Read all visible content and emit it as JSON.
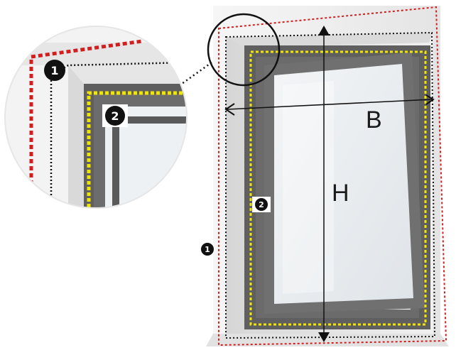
{
  "labels": {
    "width": "B",
    "height": "H"
  },
  "badges": {
    "outer": "1",
    "inner": "2"
  },
  "colors": {
    "outer_measure": "#d21e1e",
    "inner_measure": "#f2e600",
    "frame": "#5f5f5f",
    "wall": "#ededed",
    "glass": "#e9edf0"
  }
}
